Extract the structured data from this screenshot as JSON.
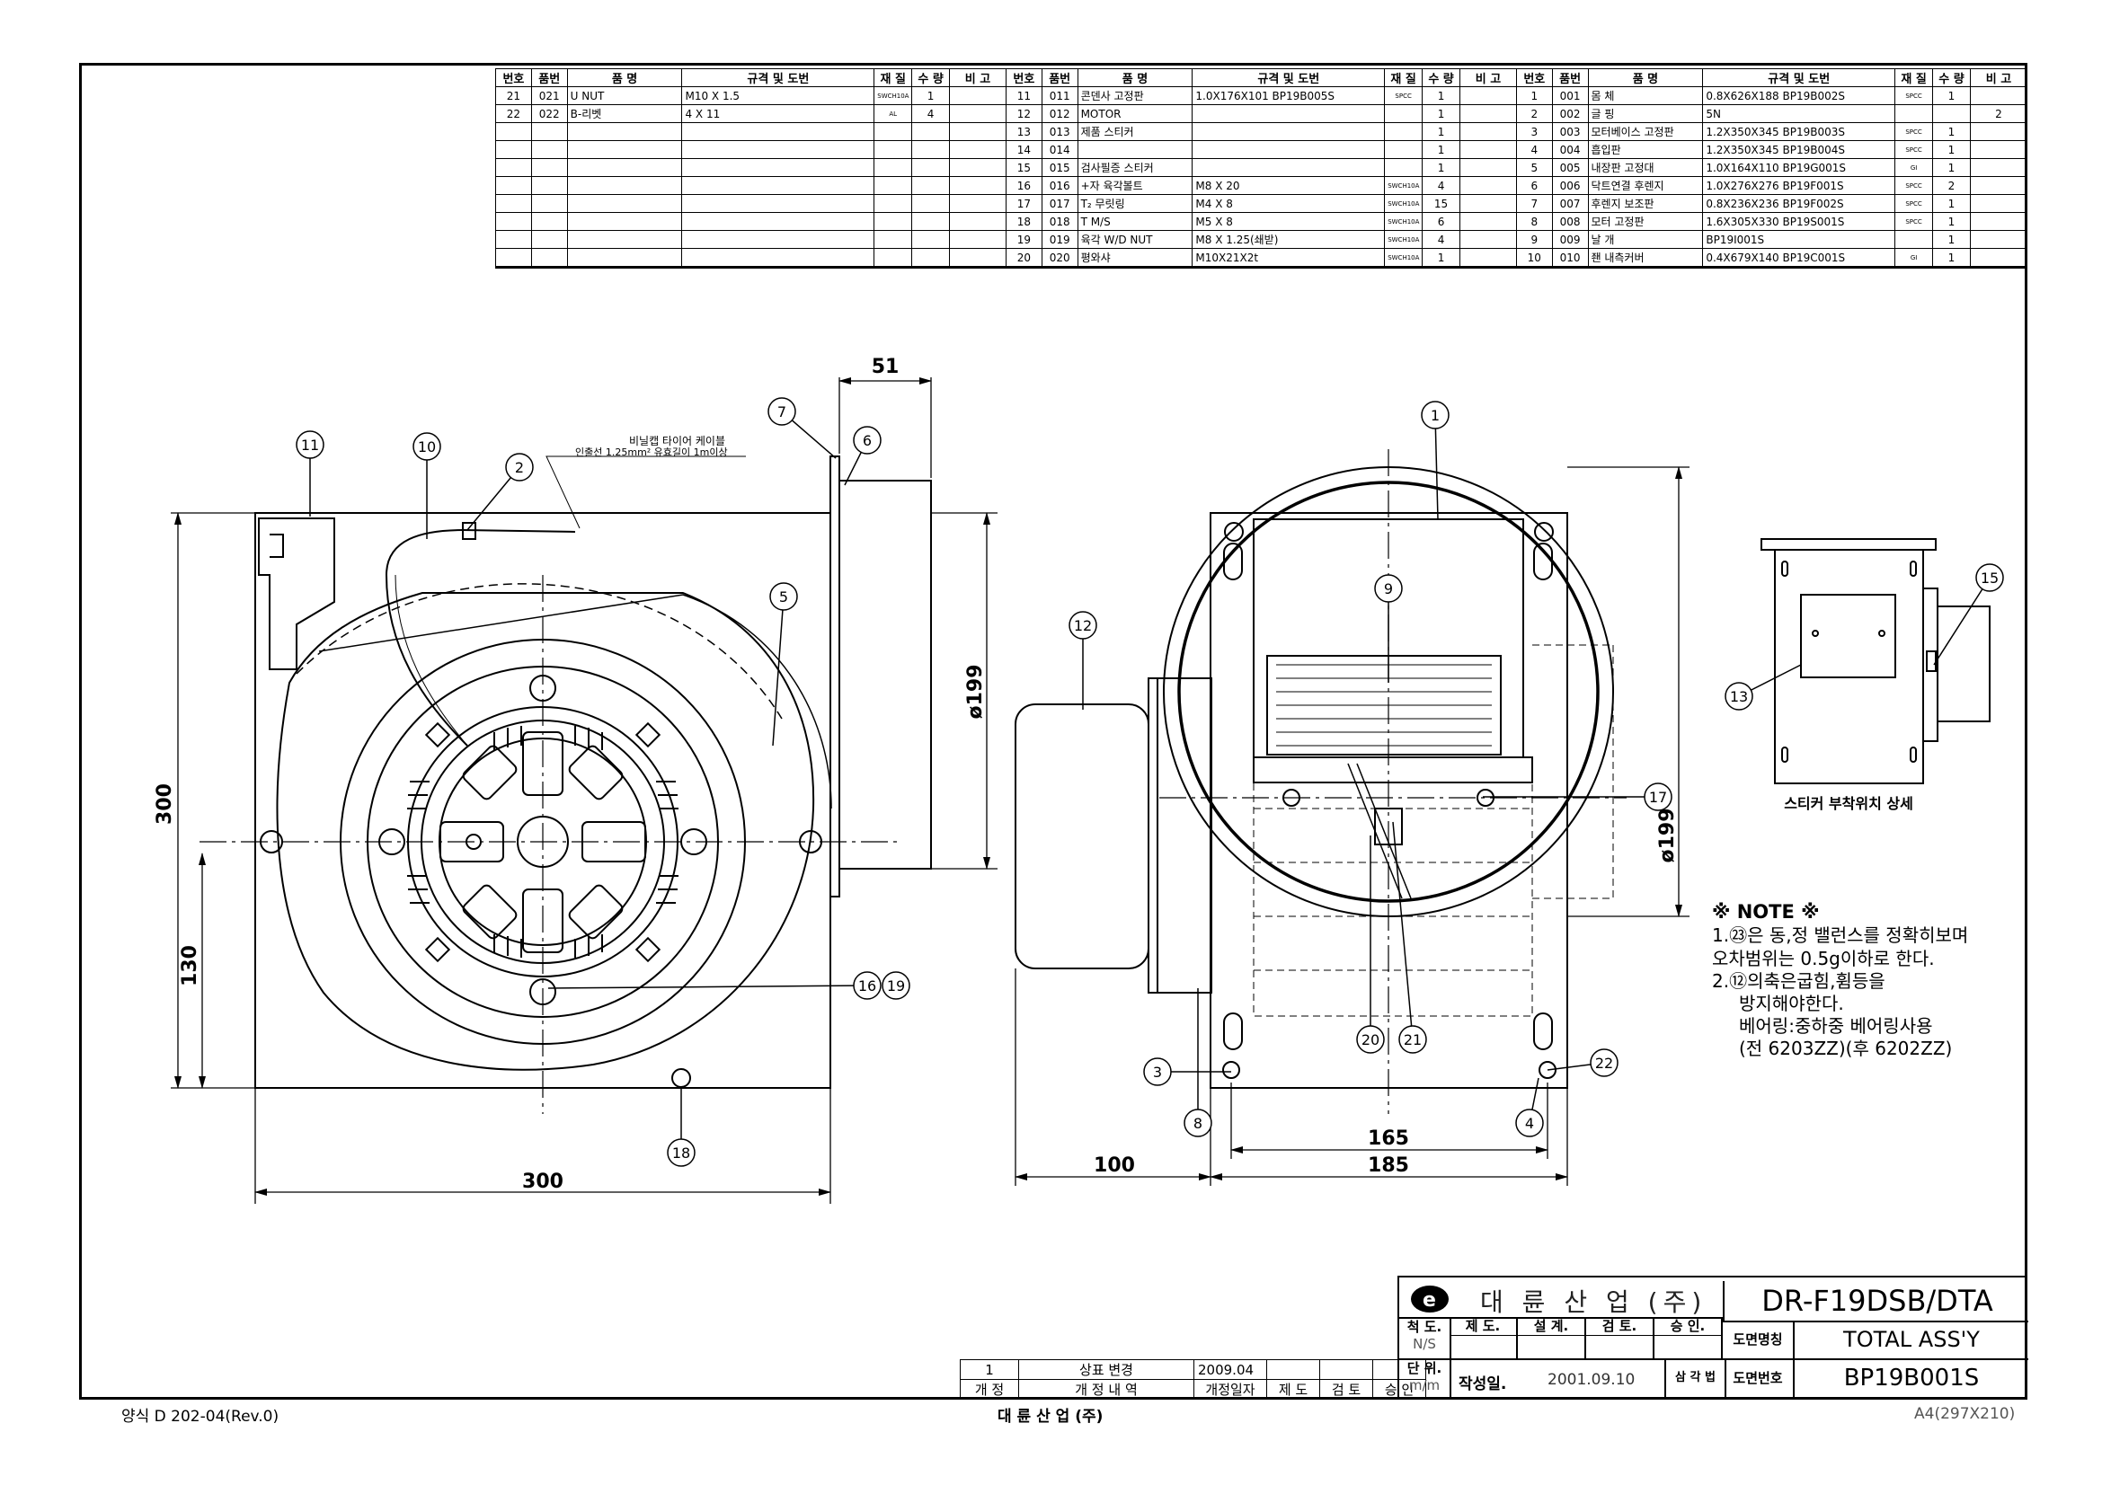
{
  "bom": {
    "headers": [
      "번호",
      "품번",
      "품  명",
      "규격 및 도번",
      "재 질",
      "수 량",
      "비 고"
    ],
    "col1": [
      {
        "no": "21",
        "code": "021",
        "name": "U NUT",
        "spec": "M10 X 1.5",
        "mat": "SWCH10A",
        "qty": "1",
        "note": ""
      },
      {
        "no": "22",
        "code": "022",
        "name": "B-리벳",
        "spec": "4 X 11",
        "mat": "AL",
        "qty": "4",
        "note": ""
      },
      {
        "no": "",
        "code": "",
        "name": "",
        "spec": "",
        "mat": "",
        "qty": "",
        "note": ""
      },
      {
        "no": "",
        "code": "",
        "name": "",
        "spec": "",
        "mat": "",
        "qty": "",
        "note": ""
      },
      {
        "no": "",
        "code": "",
        "name": "",
        "spec": "",
        "mat": "",
        "qty": "",
        "note": ""
      },
      {
        "no": "",
        "code": "",
        "name": "",
        "spec": "",
        "mat": "",
        "qty": "",
        "note": ""
      },
      {
        "no": "",
        "code": "",
        "name": "",
        "spec": "",
        "mat": "",
        "qty": "",
        "note": ""
      },
      {
        "no": "",
        "code": "",
        "name": "",
        "spec": "",
        "mat": "",
        "qty": "",
        "note": ""
      },
      {
        "no": "",
        "code": "",
        "name": "",
        "spec": "",
        "mat": "",
        "qty": "",
        "note": ""
      },
      {
        "no": "",
        "code": "",
        "name": "",
        "spec": "",
        "mat": "",
        "qty": "",
        "note": ""
      }
    ],
    "col2": [
      {
        "no": "11",
        "code": "011",
        "name": "콘덴사 고정판",
        "spec": "1.0X176X101     BP19B005S",
        "mat": "SPCC",
        "qty": "1",
        "note": ""
      },
      {
        "no": "12",
        "code": "012",
        "name": "MOTOR",
        "spec": "",
        "mat": "",
        "qty": "1",
        "note": ""
      },
      {
        "no": "13",
        "code": "013",
        "name": "제품 스티커",
        "spec": "",
        "mat": "",
        "qty": "1",
        "note": ""
      },
      {
        "no": "14",
        "code": "014",
        "name": "",
        "spec": "",
        "mat": "",
        "qty": "1",
        "note": ""
      },
      {
        "no": "15",
        "code": "015",
        "name": "검사필증 스티커",
        "spec": "",
        "mat": "",
        "qty": "1",
        "note": ""
      },
      {
        "no": "16",
        "code": "016",
        "name": "+자 육각볼트",
        "spec": "M8 X 20",
        "mat": "SWCH10A",
        "qty": "4",
        "note": ""
      },
      {
        "no": "17",
        "code": "017",
        "name": "T₂ 무릿링",
        "spec": "M4 X 8",
        "mat": "SWCH10A",
        "qty": "15",
        "note": ""
      },
      {
        "no": "18",
        "code": "018",
        "name": "T M/S",
        "spec": "M5 X 8",
        "mat": "SWCH10A",
        "qty": "6",
        "note": ""
      },
      {
        "no": "19",
        "code": "019",
        "name": "육각 W/D NUT",
        "spec": "M8 X 1.25(쇄받)",
        "mat": "SWCH10A",
        "qty": "4",
        "note": ""
      },
      {
        "no": "20",
        "code": "020",
        "name": "평와샤",
        "spec": "M10X21X2t",
        "mat": "SWCH10A",
        "qty": "1",
        "note": ""
      }
    ],
    "col3": [
      {
        "no": "1",
        "code": "001",
        "name": "몸  체",
        "spec": "0.8X626X188     BP19B002S",
        "mat": "SPCC",
        "qty": "1",
        "note": ""
      },
      {
        "no": "2",
        "code": "002",
        "name": "글  핑",
        "spec": "5N",
        "mat": "",
        "qty": "",
        "note": "2"
      },
      {
        "no": "3",
        "code": "003",
        "name": "모터베이스 고정판",
        "spec": "1.2X350X345     BP19B003S",
        "mat": "SPCC",
        "qty": "1",
        "note": ""
      },
      {
        "no": "4",
        "code": "004",
        "name": "흡입판",
        "spec": "1.2X350X345     BP19B004S",
        "mat": "SPCC",
        "qty": "1",
        "note": ""
      },
      {
        "no": "5",
        "code": "005",
        "name": "내장판 고정대",
        "spec": "1.0X164X110     BP19G001S",
        "mat": "GI",
        "qty": "1",
        "note": ""
      },
      {
        "no": "6",
        "code": "006",
        "name": "닥트연결 후렌지",
        "spec": "1.0X276X276     BP19F001S",
        "mat": "SPCC",
        "qty": "2",
        "note": ""
      },
      {
        "no": "7",
        "code": "007",
        "name": "후렌지 보조판",
        "spec": "0.8X236X236     BP19F002S",
        "mat": "SPCC",
        "qty": "1",
        "note": ""
      },
      {
        "no": "8",
        "code": "008",
        "name": "모터 고정판",
        "spec": "1.6X305X330     BP19S001S",
        "mat": "SPCC",
        "qty": "1",
        "note": ""
      },
      {
        "no": "9",
        "code": "009",
        "name": "날   개",
        "spec": "                BP19I001S",
        "mat": "",
        "qty": "1",
        "note": ""
      },
      {
        "no": "10",
        "code": "010",
        "name": "좬 내측커버",
        "spec": "0.4X679X140     BP19C001S",
        "mat": "GI",
        "qty": "1",
        "note": ""
      }
    ]
  },
  "dims": {
    "d51": "51",
    "d199a": "ø199",
    "d300v": "300",
    "d130": "130",
    "d300h": "300",
    "d199b": "ø199",
    "d165": "165",
    "d185": "185",
    "d100": "100"
  },
  "balloons": {
    "b1": "1",
    "b2": "2",
    "b3": "3",
    "b4": "4",
    "b5": "5",
    "b6": "6",
    "b7": "7",
    "b8": "8",
    "b9": "9",
    "b10": "10",
    "b11": "11",
    "b12": "12",
    "b13": "13",
    "b15": "15",
    "b16": "16",
    "b17": "17",
    "b18": "18",
    "b19": "19",
    "b20": "20",
    "b21": "21",
    "b22": "22"
  },
  "labels": {
    "wire1": "비닐캡 타이어 케이블",
    "wire2": "인출선 1.25mm² 유효길이 1m이상",
    "sticker_detail": "스티커 부착위치 상세"
  },
  "note": {
    "title": "※ NOTE ※",
    "l1": "1.㉓은 동,정 밸런스를 정확히보며",
    "l2": "오차범위는 0.5g이하로 한다.",
    "l3": "2.⑫의축은굽힘,휨등을",
    "l4": "방지해야한다.",
    "l5": "베어링:중하중 베어링사용",
    "l6": "(전 6203ZZ)(후 6202ZZ)"
  },
  "title_block": {
    "company": "대 륜 산 업 (주)",
    "model": "DR-F19DSB/DTA",
    "scale_label": "척 도.",
    "scale_value": "N/S",
    "unit_label": "단 위.",
    "unit_value": "m/m",
    "roles": [
      "제 도.",
      "설 계.",
      "검 토.",
      "승 인."
    ],
    "drawing_name_label": "도면명칭",
    "drawing_name": "TOTAL ASS'Y",
    "created_label": "작성일.",
    "created_date": "2001.09.10",
    "angle_label": "삼 각 법",
    "drawing_no_label": "도면번호",
    "drawing_no": "BP19B001S"
  },
  "revision": {
    "row": {
      "rev": "1",
      "desc": "상표 변경",
      "date": "2009.04"
    },
    "headers": [
      "개 정",
      "개 정 내 역",
      "개정일자",
      "제 도",
      "검 토",
      "승 인"
    ]
  },
  "footer": {
    "left": "양식 D 202-04(Rev.0)",
    "center": "대 륜 산 업 (주)",
    "right": "A4(297X210)"
  }
}
